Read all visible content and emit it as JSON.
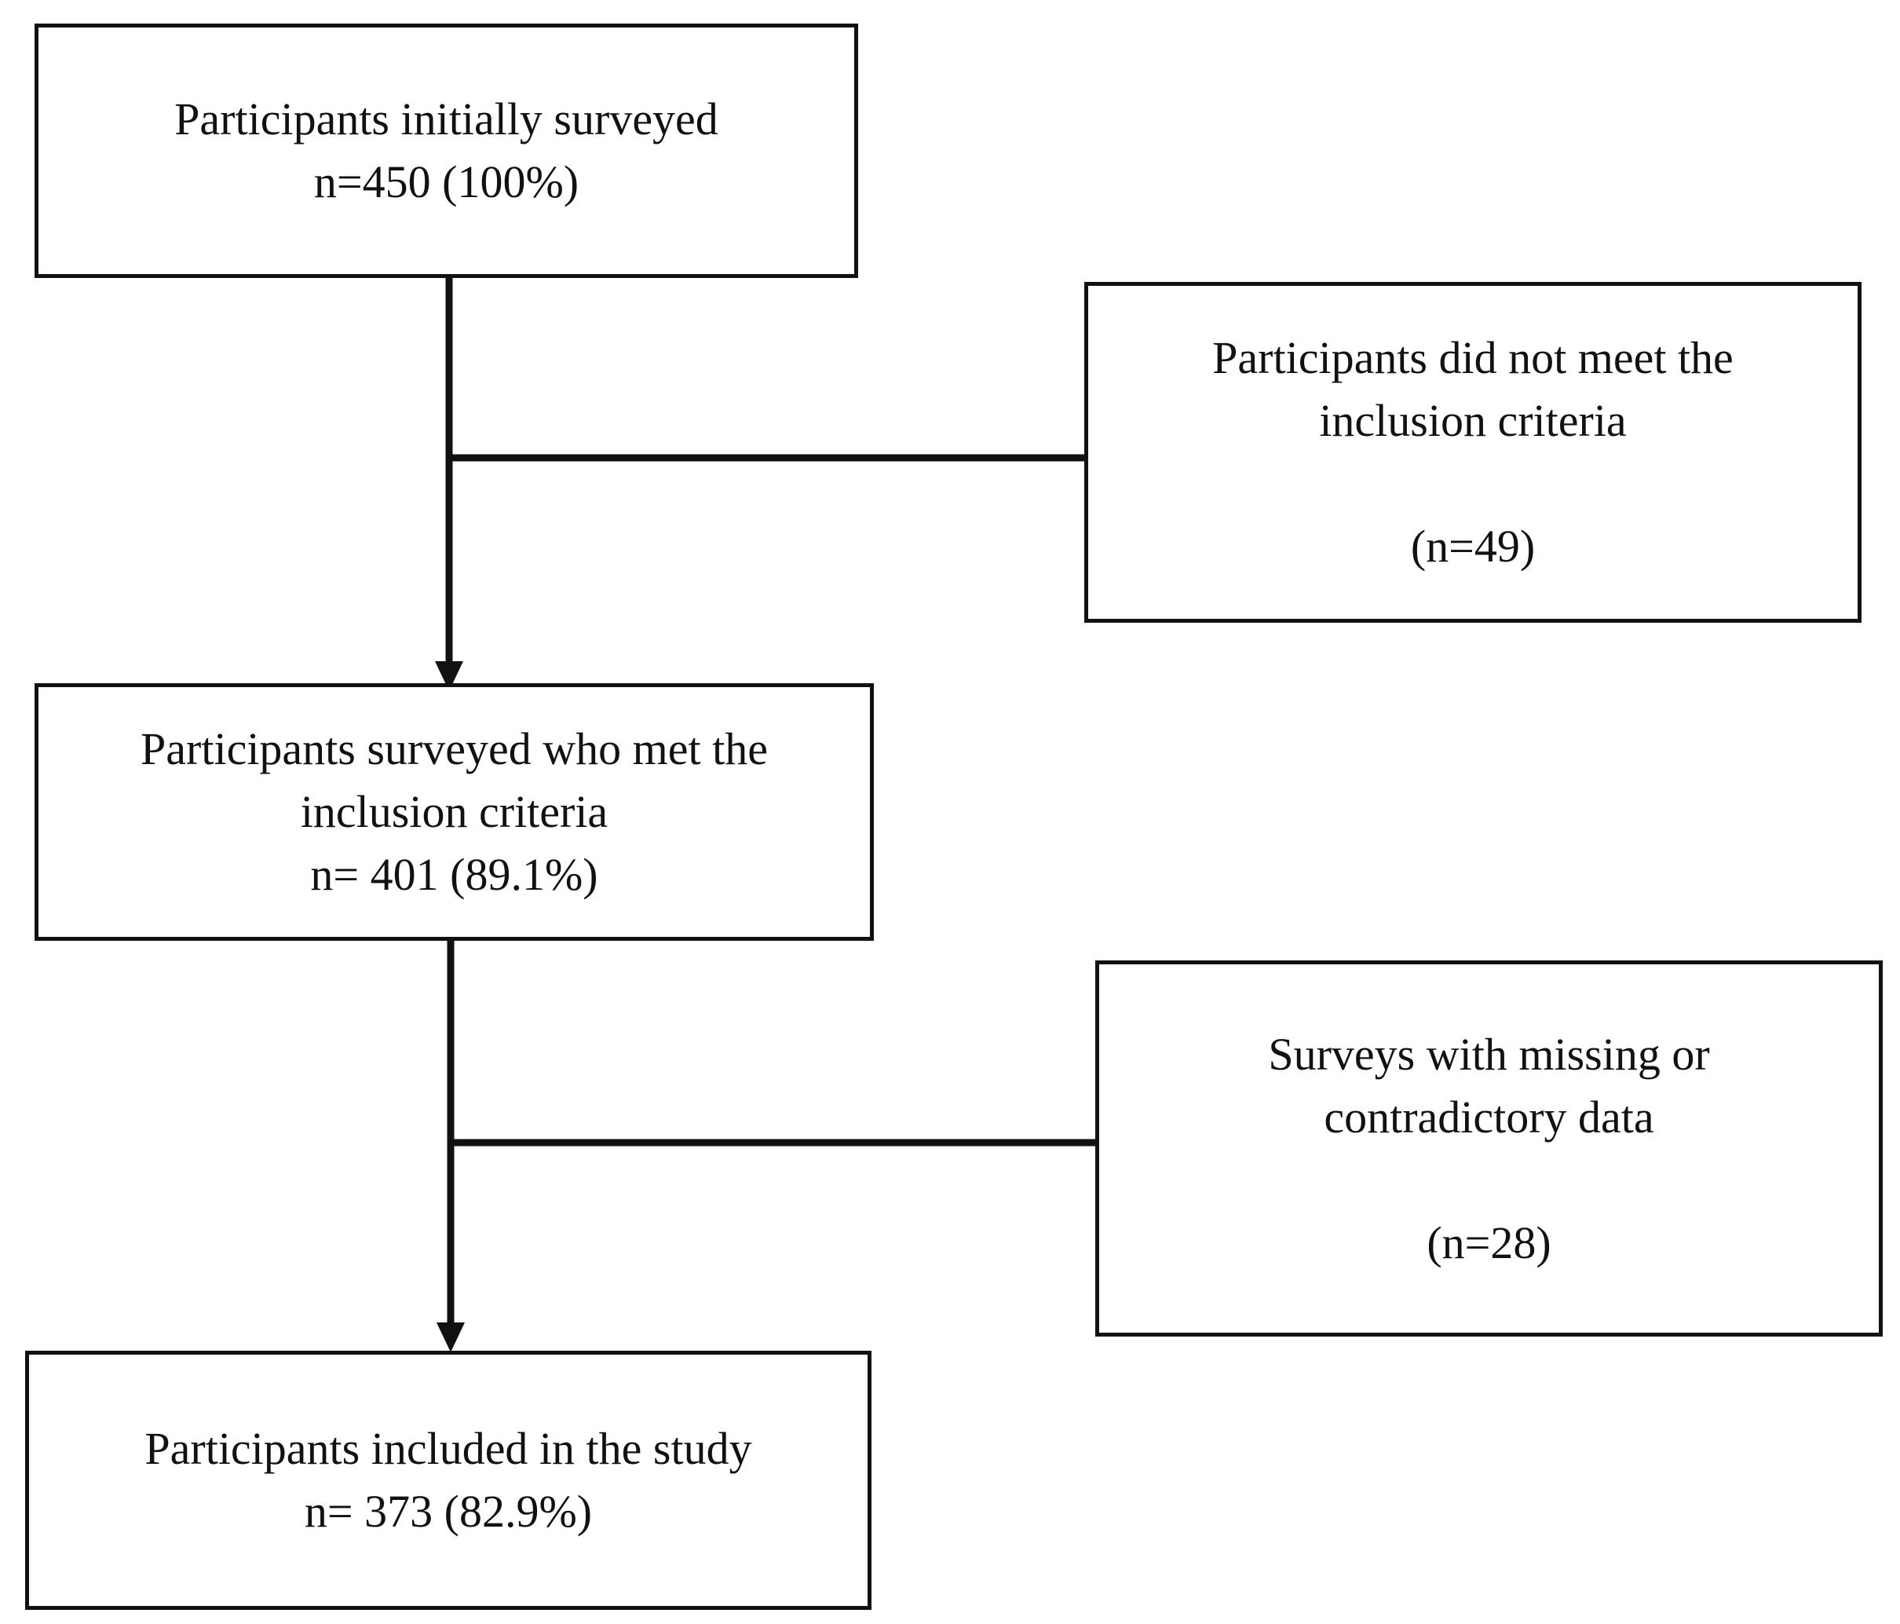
{
  "boxes": {
    "initial": {
      "line1": "Participants initially surveyed",
      "line2": "n=450 (100%)"
    },
    "excluded_criteria": {
      "line1": "Participants did not meet the",
      "line2": "inclusion criteria",
      "line3": "(n=49)"
    },
    "met_criteria": {
      "line1": "Participants surveyed who met the",
      "line2": "inclusion criteria",
      "line3": "n= 401 (89.1%)"
    },
    "excluded_missing": {
      "line1": "Surveys with missing or",
      "line2": "contradictory data",
      "line3": "(n=28)"
    },
    "included": {
      "line1": "Participants included in the study",
      "line2": "n= 373 (82.9%)"
    }
  },
  "colors": {
    "stroke": "#111111",
    "background": "#ffffff"
  }
}
